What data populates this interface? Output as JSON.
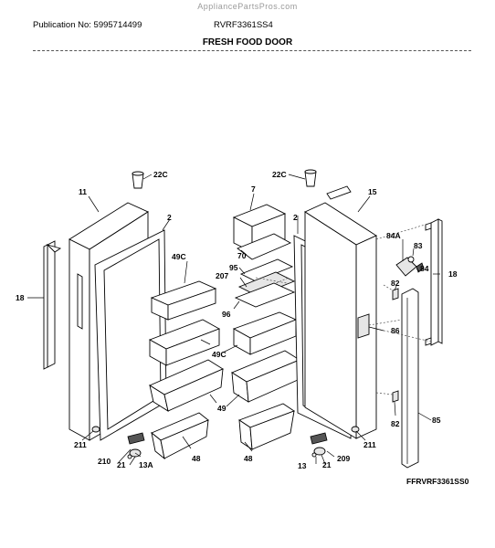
{
  "watermark": "AppliancePartsPros.com",
  "header": {
    "publication": "Publication No: 5995714499",
    "model": "RVRF3361SS4",
    "title": "FRESH FOOD DOOR"
  },
  "labels": {
    "l11": "11",
    "l22c_left": "22C",
    "l22c_right": "22C",
    "l7": "7",
    "l15": "15",
    "l2_left": "2",
    "l2_right": "2",
    "l18_left": "18",
    "l18_right": "18",
    "l49c_top": "49C",
    "l49c_mid": "49C",
    "l49": "49",
    "l48_left": "48",
    "l48_right": "48",
    "l70": "70",
    "l95": "95",
    "l207": "207",
    "l96": "96",
    "l84a": "84A",
    "l83": "83",
    "l84": "84",
    "l82_top": "82",
    "l86": "86",
    "l82_bottom": "82",
    "l85": "85",
    "l211_left": "211",
    "l211_right": "211",
    "l210": "210",
    "l21_left": "21",
    "l13a": "13A",
    "l13": "13",
    "l21_right": "21",
    "l209": "209"
  },
  "footer": {
    "code": "FFRVRF3361SS0"
  }
}
